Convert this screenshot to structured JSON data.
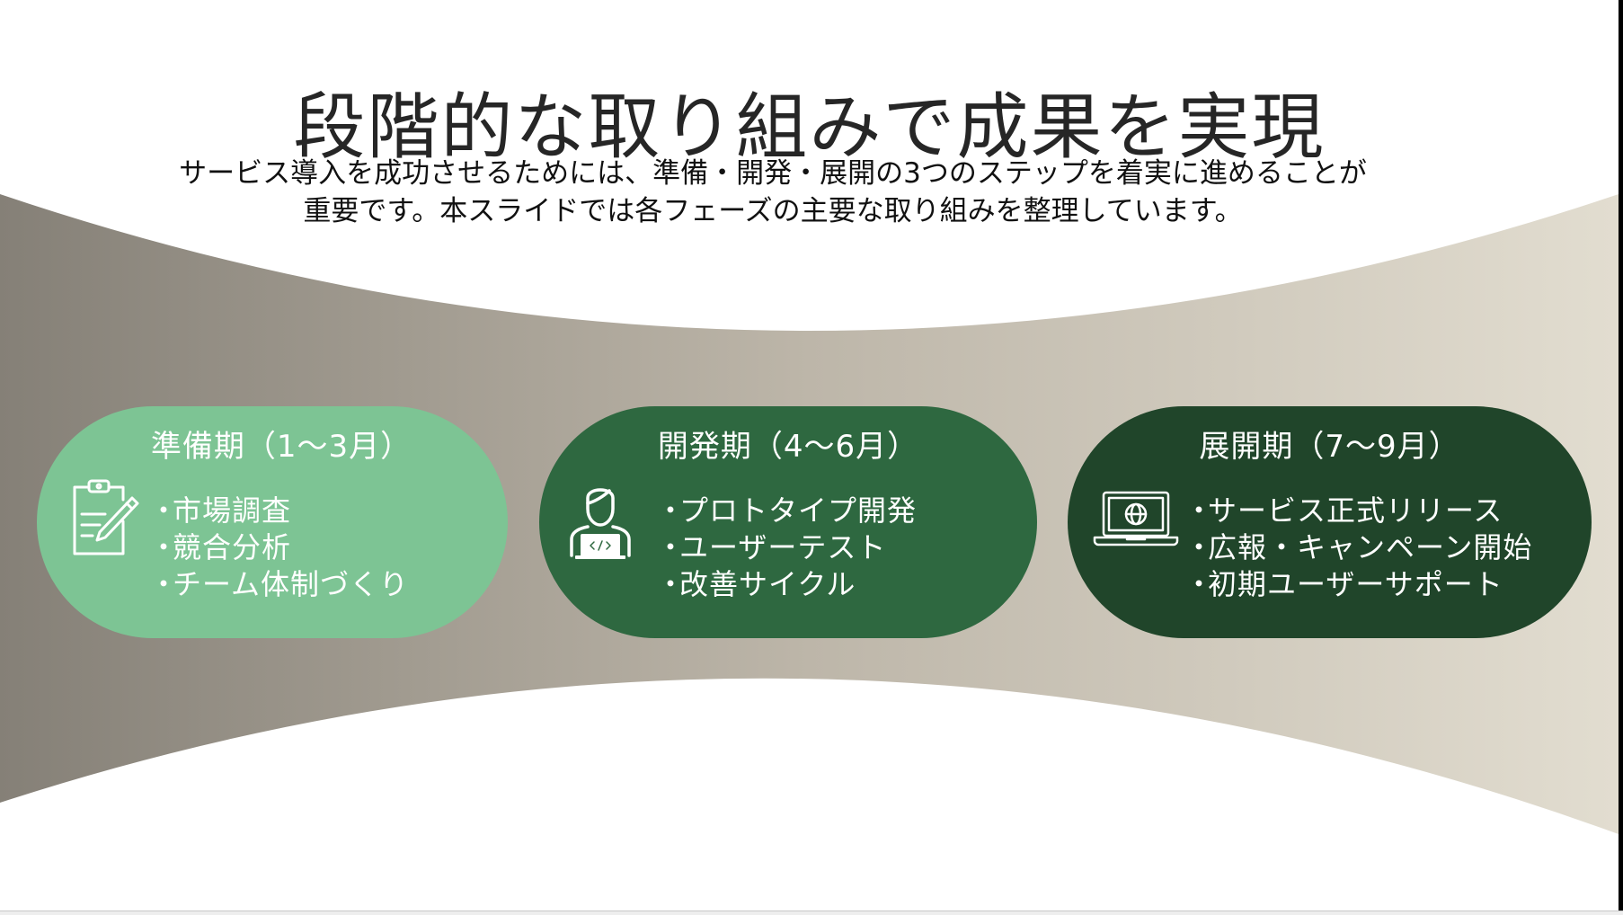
{
  "slide": {
    "title": "段階的な取り組みで成果を実現",
    "subtitle_lines": [
      "サービス導入を成功させるためには、準備・開発・展開の3つのステップを着実に進めることが",
      "重要です。本スライドでは各フェーズの主要な取り組みを整理しています。"
    ]
  },
  "colors": {
    "band_gradient_left": "#858077",
    "band_gradient_right": "#e2ddd0",
    "phase1_bg": "#7dc494",
    "phase2_bg": "#2e6840",
    "phase3_bg": "#20452a",
    "title_text": "#262626"
  },
  "phases": [
    {
      "title": "準備期（1〜3月）",
      "icon": "clipboard-pencil-icon",
      "bullet": "・",
      "items": [
        "市場調査",
        "競合分析",
        "チーム体制づくり"
      ]
    },
    {
      "title": "開発期（4〜6月）",
      "icon": "developer-laptop-icon",
      "bullet": "・",
      "items": [
        "プロトタイプ開発",
        "ユーザーテスト",
        "改善サイクル"
      ]
    },
    {
      "title": "展開期（7〜9月）",
      "icon": "laptop-globe-icon",
      "bullet": "・",
      "items": [
        "サービス正式リリース",
        "広報・キャンペーン開始",
        "初期ユーザーサポート"
      ]
    }
  ]
}
